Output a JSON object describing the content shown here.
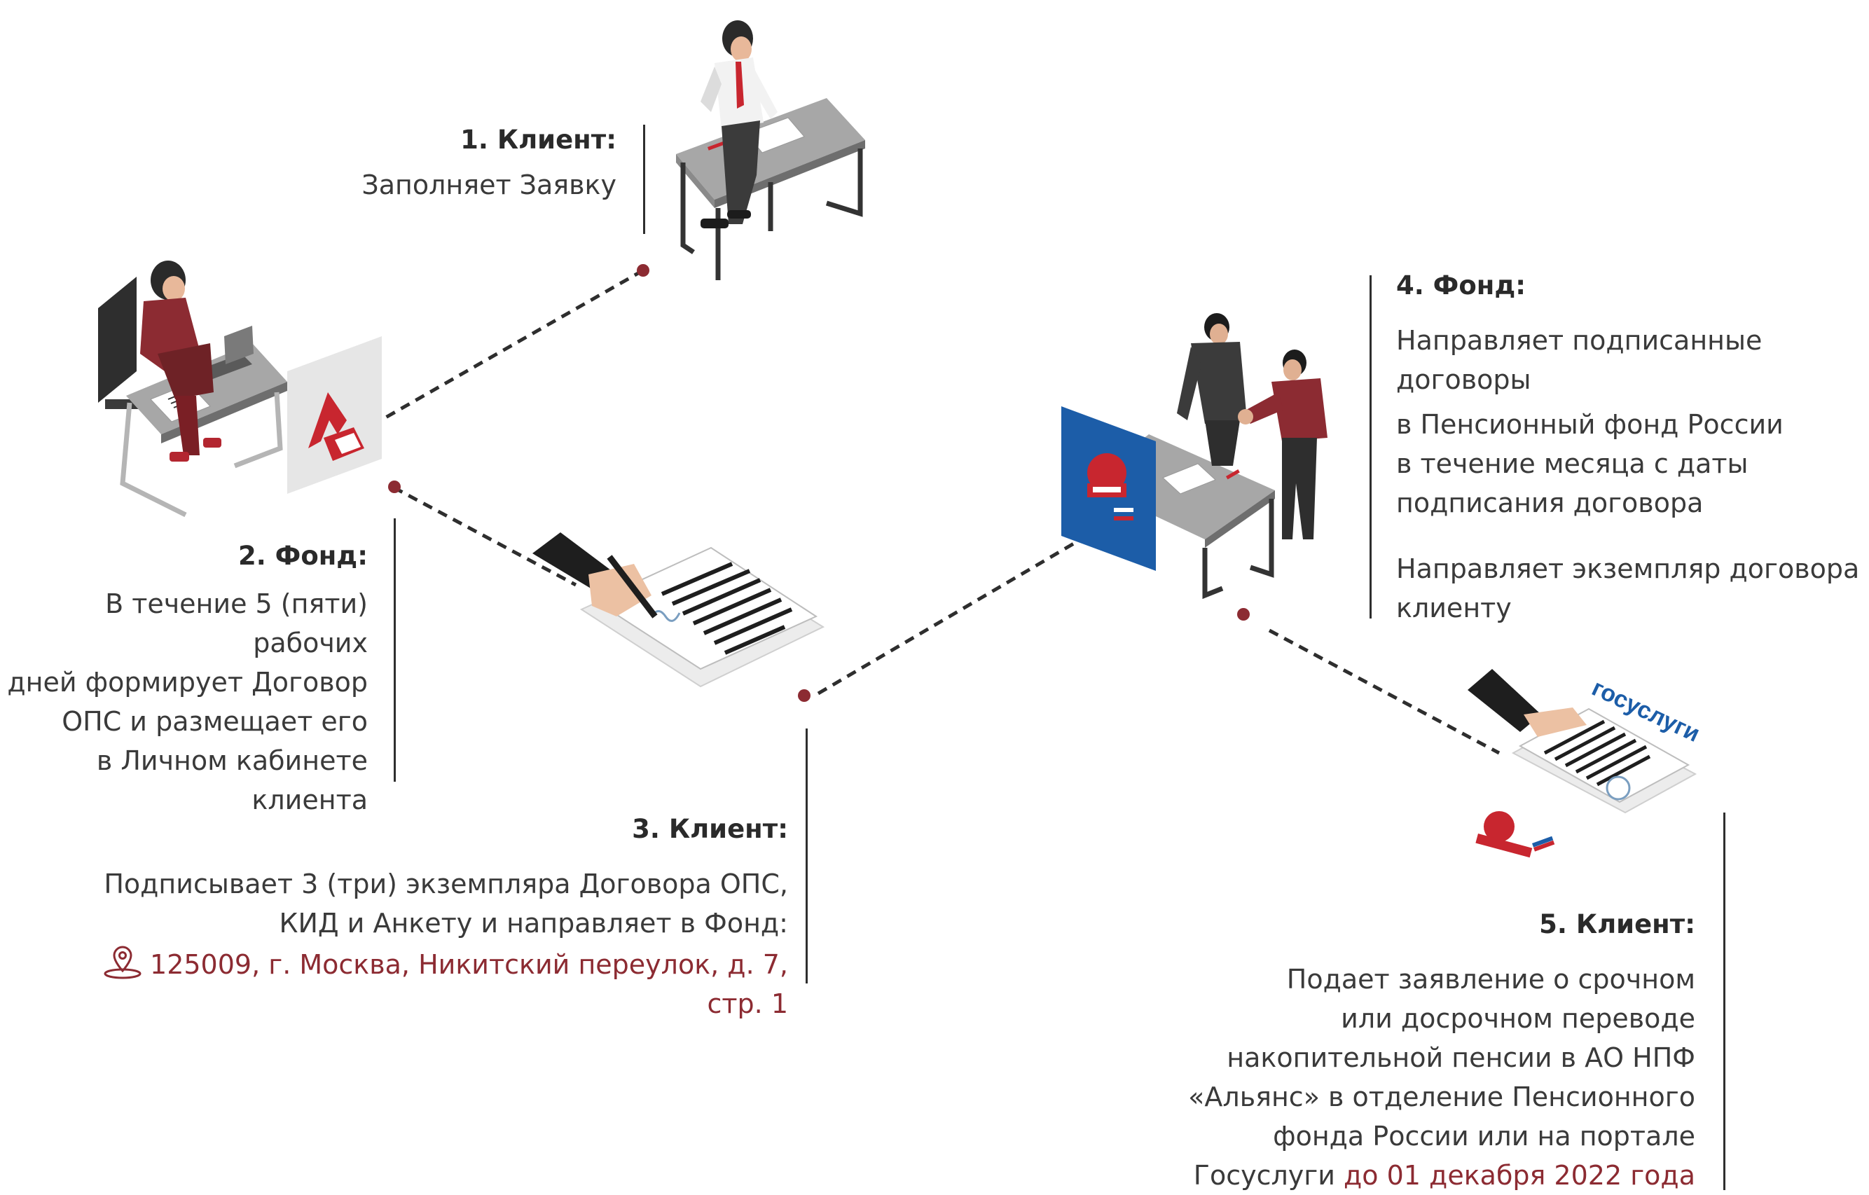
{
  "colors": {
    "accent": "#8c2b32",
    "text": "#3a3a3a",
    "line": "#2e2e2e",
    "pfr_blue": "#1c5da8"
  },
  "steps": [
    {
      "title": "1. Клиент:",
      "text_lines": [
        "Заполняет Заявку"
      ]
    },
    {
      "title": "2. Фонд:",
      "text_lines": [
        "В течение 5 (пяти) рабочих",
        "дней формирует Договор",
        "ОПС и размещает его",
        "в Личном кабинете",
        "клиента"
      ]
    },
    {
      "title": "3. Клиент:",
      "text_lines": [
        "Подписывает 3 (три) экземпляра Договора ОПС,",
        "КИД и Анкету и направляет в Фонд:"
      ],
      "address": "125009, г. Москва, Никитский переулок, д. 7, стр. 1"
    },
    {
      "title": "4. Фонд:",
      "para1": [
        "Направляет подписанные договоры",
        "в Пенсионный фонд России",
        "в течение месяца с даты",
        "подписания договора"
      ],
      "para2": [
        "Направляет экземпляр договора",
        "клиенту"
      ]
    },
    {
      "title": "5. Клиент:",
      "text_lines": [
        "Подает заявление о срочном",
        "или досрочном переводе",
        "накопительной пенсии в АО НПФ",
        "«Альянс» в отделение Пенсионного",
        "фонда России или на портале"
      ],
      "last_line_plain": "Госуслуги",
      "deadline": "до 01 декабря 2022 года"
    }
  ],
  "icons": [
    "location-pin-icon",
    "allianz-logo-icon",
    "pfr-logo-icon",
    "gosuslugi-logo-icon"
  ],
  "logo_text": {
    "gosuslugi": "госуслуги"
  }
}
